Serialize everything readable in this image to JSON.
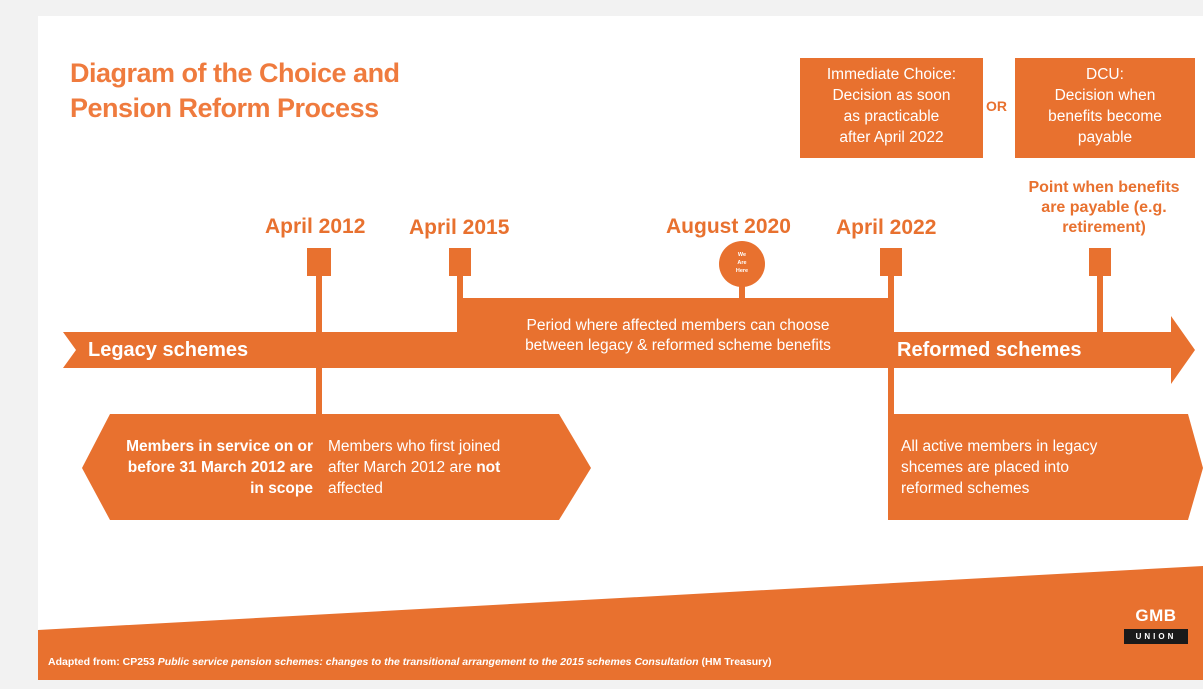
{
  "title_line1": "Diagram of the Choice and",
  "title_line2": "Pension Reform Process",
  "choice_box": {
    "lines": [
      "Immediate Choice:",
      "Decision as soon",
      "as practicable",
      "after April 2022"
    ]
  },
  "or_label": "OR",
  "dcu_box": {
    "lines": [
      "DCU:",
      "Decision when",
      "benefits become",
      "payable"
    ]
  },
  "timeline": {
    "dates": [
      "April 2012",
      "April 2015",
      "August 2020",
      "April 2022"
    ],
    "benefits_point": [
      "Point when benefits",
      "are payable (e.g.",
      "retirement)"
    ],
    "we_are_here": [
      "We",
      "Are",
      "Here"
    ]
  },
  "period_text": [
    "Period where affected members can choose",
    "between legacy & reformed scheme benefits"
  ],
  "legacy_label": "Legacy schemes",
  "reformed_label": "Reformed schemes",
  "left_box": {
    "bold_lines": [
      "Members in service on or",
      "before 31 March 2012 are",
      "in scope"
    ],
    "normal_line1": "Members who first joined",
    "normal_line2_prefix": "after March 2012 are ",
    "normal_line2_bold": "not",
    "normal_line3": "affected"
  },
  "right_box": {
    "lines": [
      "All active members in legacy",
      "shcemes are placed into",
      "reformed schemes"
    ]
  },
  "footer": {
    "prefix": "Adapted from:  CP253 ",
    "italic": "Public service pension schemes: changes to the transitional arrangement to the 2015 schemes Consultation",
    "suffix": " (HM Treasury)"
  },
  "logo": {
    "top": "GMB",
    "bottom": "UNION"
  },
  "colors": {
    "accent": "#e8712f",
    "title": "#ef7b3e",
    "logo_bg": "#1a1a1a"
  }
}
